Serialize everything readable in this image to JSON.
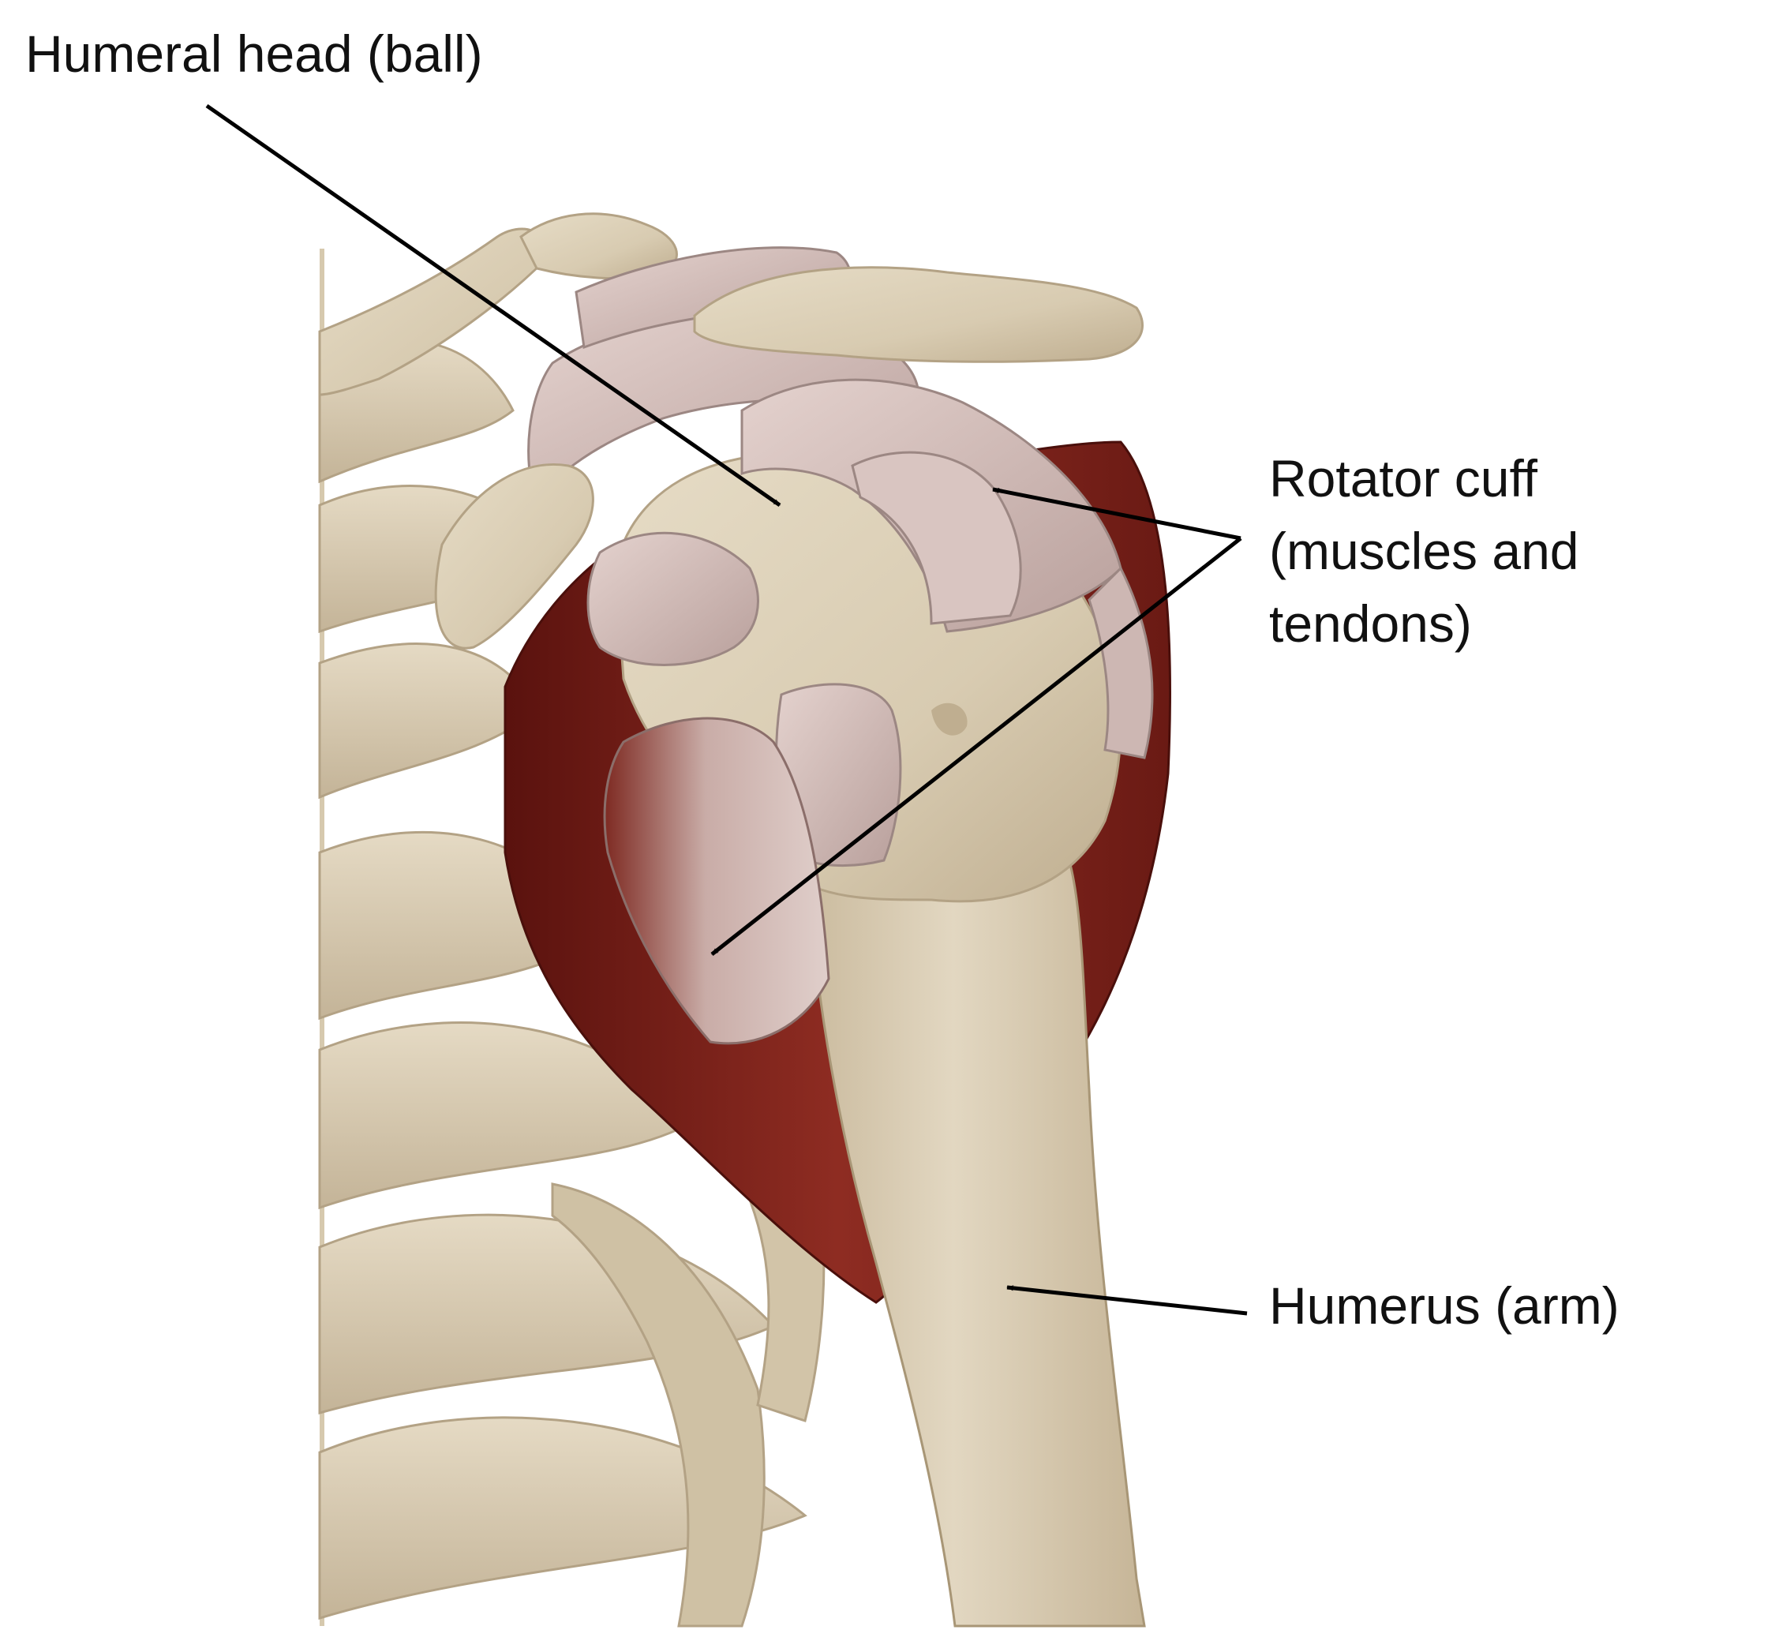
{
  "labels": {
    "humeral_head": "Humeral head (ball)",
    "rotator_cuff_lines": [
      "Rotator cuff",
      "(muscles and",
      "tendons)"
    ],
    "humerus": "Humerus (arm)"
  },
  "colors": {
    "background": "#ffffff",
    "bone": "#dcd0b8",
    "bone_shadow": "#c2b397",
    "bone_dark": "#a8977c",
    "muscle_pale": "#dcc8c4",
    "muscle_pale_shadow": "#bba5a1",
    "muscle_red": "#8c2a22",
    "muscle_red_dark": "#5e1410",
    "arrow": "#000000",
    "text": "#111111"
  }
}
